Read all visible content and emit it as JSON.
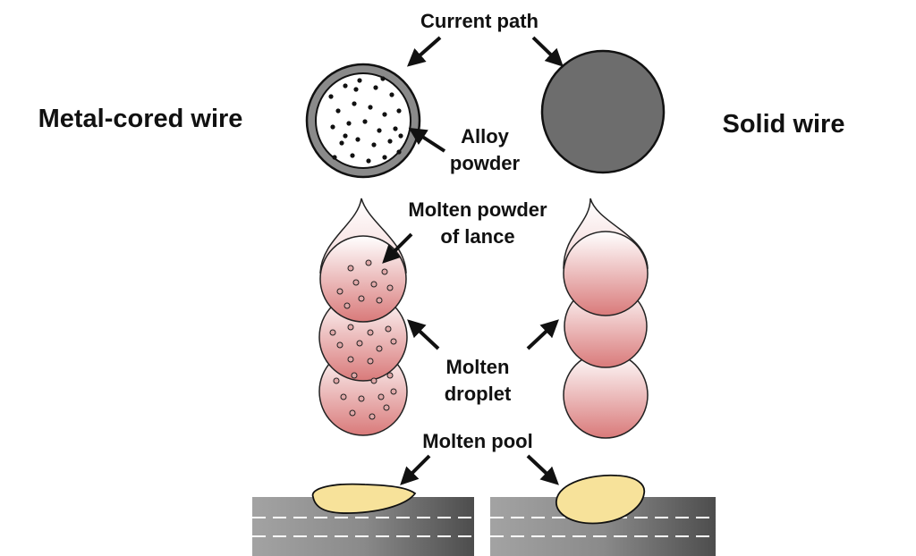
{
  "labels": {
    "current_path": "Current path",
    "metal_cored_wire": "Metal-cored wire",
    "solid_wire": "Solid wire",
    "alloy_powder_line1": "Alloy",
    "alloy_powder_line2": "powder",
    "molten_powder_line1": "Molten powder",
    "molten_powder_line2": "of lance",
    "molten_droplet_line1": "Molten",
    "molten_droplet_line2": "droplet",
    "molten_pool": "Molten pool"
  },
  "colors": {
    "solid_wire_fill": "#6d6d6d",
    "sheath_fill": "#8a8a8a",
    "droplet_top": "#ffffff",
    "droplet_bottom": "#d97a7a",
    "pool_fill": "#f7e29a",
    "plate_light": "#9a9a9a",
    "plate_dark": "#4a4a4a"
  }
}
